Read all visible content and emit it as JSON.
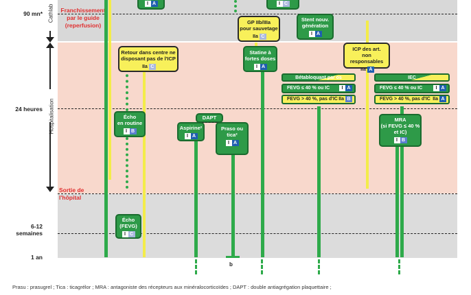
{
  "time_labels": {
    "t90": "90 mn*",
    "t24": "24 heures",
    "t612a": "6-12",
    "t612b": "semaines",
    "t1an": "1 an"
  },
  "side_labels": {
    "cathlab": "Cathlab",
    "hosp": "Hospitalisation"
  },
  "red_labels": {
    "franch1": "Franchissement",
    "franch2": "par le guide",
    "franch3": "(reperfusion)",
    "sortie1": "Sortie de",
    "sortie2": "l'hôpital"
  },
  "boxes": {
    "top1_grade": [
      "I",
      "A"
    ],
    "top2_grade": [
      "I",
      "C"
    ],
    "gp_l1": "GP IIb/IIIa",
    "gp_l2": "pour sauvetage",
    "gp_grade": [
      "IIa",
      "C"
    ],
    "stent_l1": "Stent nouv.",
    "stent_l2": "génération",
    "stent_grade": [
      "I",
      "A"
    ],
    "retour_l1": "Retour dans centre ne",
    "retour_l2": "disposant pas de l'ICP",
    "retour_grade": [
      "IIa",
      "C"
    ],
    "statine_l1": "Statine à",
    "statine_l2": "fortes doses",
    "statine_grade": [
      "I",
      "A"
    ],
    "icp_l1": "ICP des art.",
    "icp_l2": "non responsables",
    "icp_grade": [
      "IIa",
      "A"
    ],
    "betab_title": "Bétabloquant par os",
    "betab_row1": "FEVG ≤ 40 % ou IC",
    "betab_row1_grade": [
      "I",
      "A"
    ],
    "betab_row2": "FEVG > 40 %, pas d'IC",
    "betab_row2_grade": [
      "IIa",
      "B"
    ],
    "iec_title": "IEC",
    "iec_row1": "FEVG ≤ 40 % ou IC",
    "iec_row1_grade": [
      "I",
      "A"
    ],
    "iec_row2": "FEVG > 40 %, pas d'IC",
    "iec_row2_grade": [
      "IIa",
      "A"
    ],
    "echo1_l1": "Écho",
    "echo1_l2": "en routine",
    "echo1_grade": [
      "I",
      "B"
    ],
    "dapt": "DAPT",
    "aspirine": "Aspirine²",
    "aspirine_grade": [
      "I",
      "A"
    ],
    "praso_l1": "Praso ou",
    "praso_l2": "tica²",
    "praso_grade": [
      "I",
      "A"
    ],
    "mra_l1": "MRA",
    "mra_l2": "(si FEVG ≤ 40 %",
    "mra_l3": "et IC)",
    "mra_grade": [
      "I",
      "B"
    ],
    "echo2_l1": "Écho",
    "echo2_l2": "(FEVG)",
    "echo2_grade": [
      "I",
      "C"
    ]
  },
  "b_label": "b",
  "legend": "Prasu : prasugrel ; Tica : ticagrélor ; MRA : antagoniste des récepteurs aux minéralocorticoïdes ; DAPT : double antiagrégation plaquettaire ;",
  "colors": {
    "cathlab_band": "#d8d8d8",
    "hosp_band": "#f8d8cc",
    "post_band": "#dcdcdc",
    "green": "#2e9a48",
    "yellow": "#f8f05a",
    "grade_a": "#1f5fb0",
    "grade_b": "#5b7fd0",
    "grade_c": "#a9b7dd",
    "red": "#e03030"
  }
}
